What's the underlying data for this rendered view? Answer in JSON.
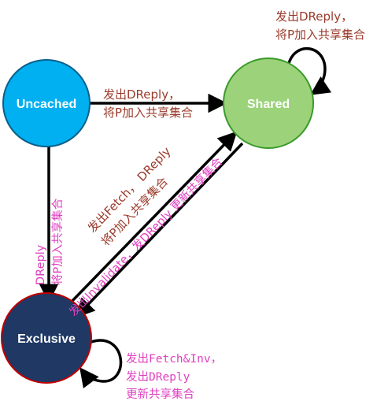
{
  "nodes": {
    "uncached": {
      "label": "Uncached",
      "fill": "#00b0f0",
      "stroke": "#0b5f8a"
    },
    "shared": {
      "label": "Shared",
      "fill": "#9bd27a",
      "stroke": "#3a9a2a"
    },
    "exclusive": {
      "label": "Exclusive",
      "fill": "#1f3864",
      "stroke": "#c00000"
    }
  },
  "edges": {
    "shared_self": {
      "line1": "发出DReply，",
      "line2": "将P加入共享集合"
    },
    "uncached_to_shared": {
      "line1": "发出DReply，",
      "line2": "将P加入共享集合"
    },
    "uncached_to_exclusive": {
      "line1": "DReply",
      "line2": "将P加入共享集合"
    },
    "exclusive_to_shared": {
      "line1": "发出Fetch，  DReply",
      "line2": "将P加入共享集合"
    },
    "shared_to_exclusive": {
      "line1": "发出Invalidate，发DReply 更新共享集合"
    },
    "exclusive_self": {
      "line1": "发出Fetch&Inv，",
      "line2": "发出DReply",
      "line3": "更新共享集合"
    }
  },
  "colors": {
    "arrow": "#000000",
    "brown_text": "#9a3a2a",
    "pink_text": "#e040c0"
  }
}
